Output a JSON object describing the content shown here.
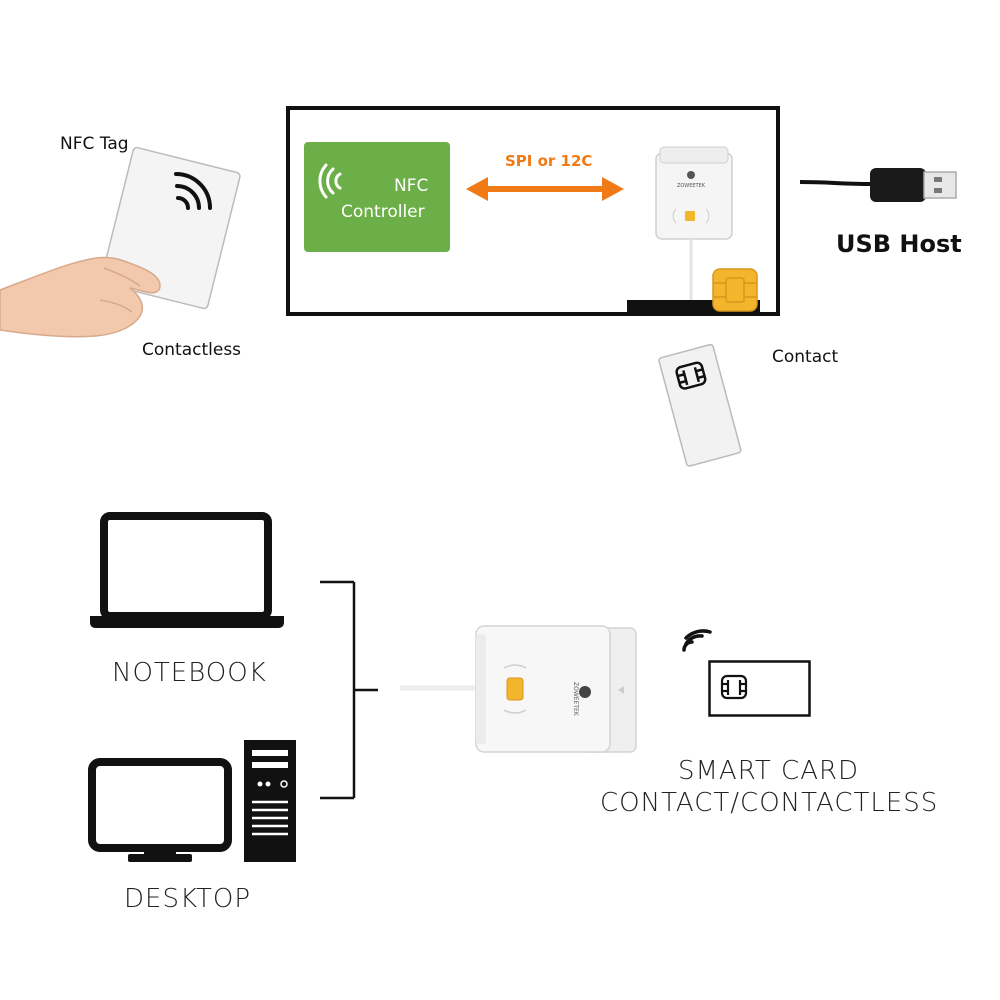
{
  "top": {
    "nfc_tag_label": "NFC Tag",
    "contactless_label": "Contactless",
    "controller_line1": "NFC",
    "controller_line2": "Controller",
    "bus_label": "SPI  or 12C",
    "usb_host_label": "USB Host",
    "contact_label": "Contact"
  },
  "bottom": {
    "notebook_label": "NOTEBOOK",
    "desktop_label": "DESKTOP",
    "card_label_line1": "SMART CARD",
    "card_label_line2": "CONTACT/CONTACTLESS"
  },
  "brand": {
    "reader_brand": "ZOWEETEK"
  },
  "colors": {
    "controller_green": "#6cae47",
    "arrow_orange": "#f07a16",
    "chip_gold": "#f2b52c",
    "outline_black": "#111111"
  },
  "icons": [
    "nfc-waves-icon",
    "hand-icon",
    "usb-plug-icon",
    "sim-chip-icon",
    "laptop-icon",
    "desktop-icon",
    "card-reader-icon"
  ]
}
